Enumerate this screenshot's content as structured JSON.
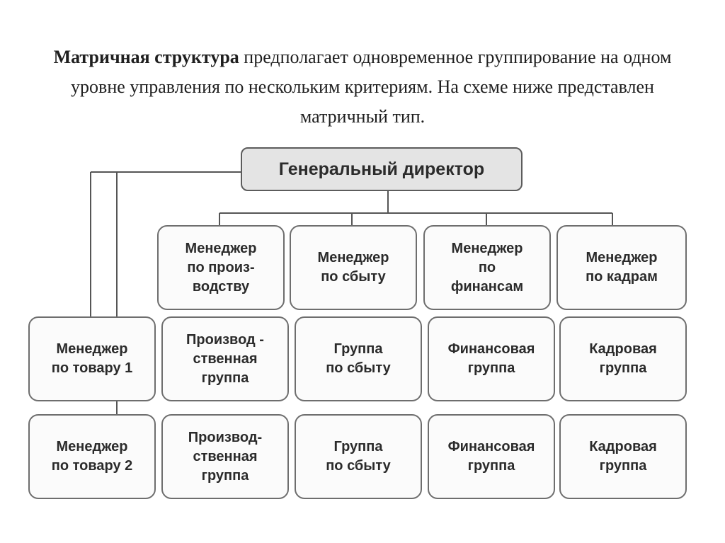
{
  "intro": {
    "bold": "Матричная структура",
    "rest": " предполагает одновременное группирование на одном уровне управления по нескольким критериям. На схеме ниже представлен матричный тип."
  },
  "diagram": {
    "director": "Генеральный директор",
    "functional_managers": [
      "Менеджер\nпо произ-\nводству",
      "Менеджер\nпо сбыту",
      "Менеджер\nпо\nфинансам",
      "Менеджер\nпо кадрам"
    ],
    "product_managers": [
      "Менеджер\nпо товару 1",
      "Менеджер\nпо товару 2"
    ],
    "row1_groups": [
      "Производ -\nственная\nгруппа",
      "Группа\nпо сбыту",
      "Финансовая\nгруппа",
      "Кадровая\nгруппа"
    ],
    "row2_groups": [
      "Производ-\nственная\nгруппа",
      "Группа\nпо сбыту",
      "Финансовая\nгруппа",
      "Кадровая\nгруппа"
    ]
  }
}
